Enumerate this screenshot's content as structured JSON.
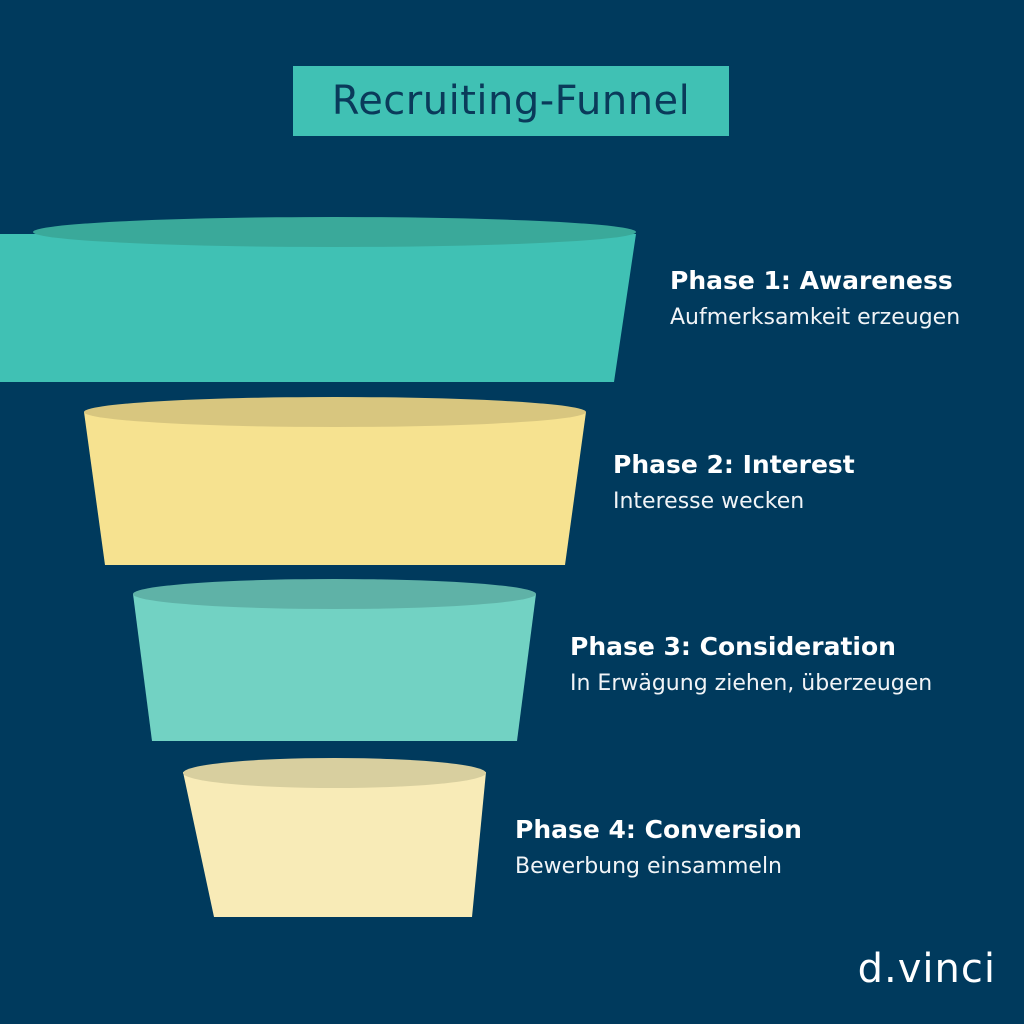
{
  "title": "Recruiting-Funnel",
  "brand": "d.vinci",
  "colors": {
    "background": "#003a5d",
    "title_box": "#40c1b4",
    "title_text": "#0a3a5a"
  },
  "phases": [
    {
      "title": "Phase 1: Awareness",
      "subtitle": "Aufmerksamkeit erzeugen",
      "body_color": "#40c1b4",
      "top_color": "#3aa99a"
    },
    {
      "title": "Phase 2: Interest",
      "subtitle": "Interesse wecken",
      "body_color": "#f6e290",
      "top_color": "#d8c67f"
    },
    {
      "title": "Phase 3: Consideration",
      "subtitle": "In Erwägung ziehen, überzeugen",
      "body_color": "#72d2c3",
      "top_color": "#5fb2a7"
    },
    {
      "title": "Phase 4: Conversion",
      "subtitle": "Bewerbung einsammeln",
      "body_color": "#f8ebb7",
      "top_color": "#d8cf9f"
    }
  ]
}
